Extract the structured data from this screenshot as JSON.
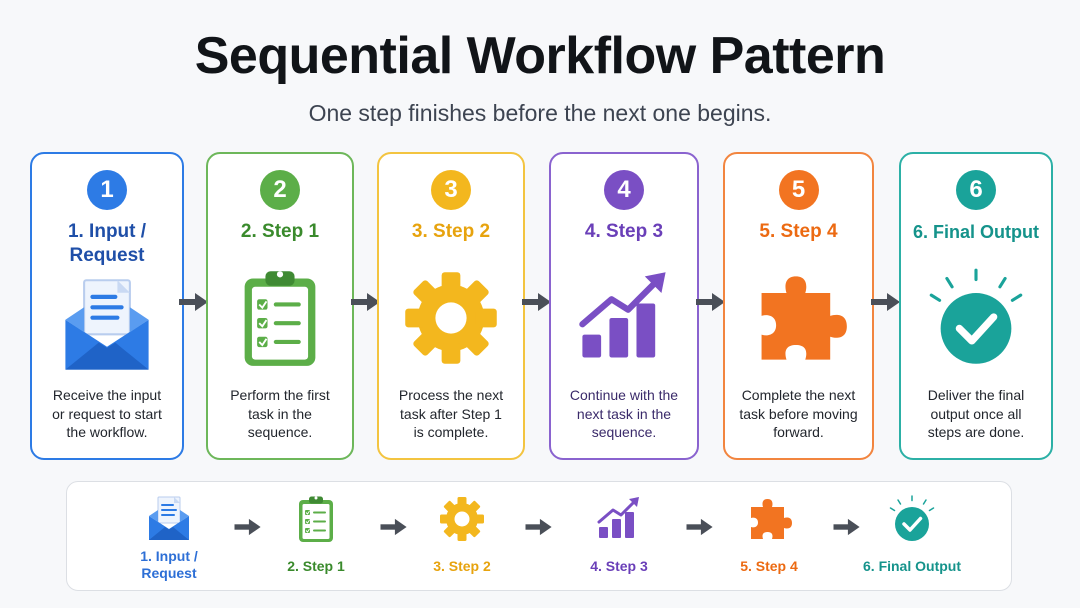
{
  "title": "Sequential Workflow Pattern",
  "subtitle": "One step finishes before the next one begins.",
  "colors": {
    "blue": "#2d7be5",
    "green": "#5cae48",
    "yellow": "#f3b71e",
    "purple": "#7a4fc4",
    "orange": "#f27421",
    "teal": "#1aa39a",
    "arrow": "#4a4f58"
  },
  "steps": [
    {
      "number": "1",
      "title": "1. Input / Request",
      "title_line1": "1. Input /",
      "title_line2": "Request",
      "icon": "envelope-document-icon",
      "desc1": "Receive the input",
      "desc2": "or request to start",
      "desc3": "the workflow."
    },
    {
      "number": "2",
      "title": "2. Step 1",
      "icon": "clipboard-checklist-icon",
      "desc1": "Perform the first",
      "desc2": "task in the",
      "desc3": "sequence."
    },
    {
      "number": "3",
      "title": "3. Step 2",
      "icon": "gear-icon",
      "desc1": "Process the next",
      "desc2": "task after Step 1",
      "desc3": "is complete."
    },
    {
      "number": "4",
      "title": "4. Step 3",
      "icon": "bar-chart-trend-icon",
      "desc1": "Continue with the",
      "desc2": "next task in the",
      "desc3": "sequence."
    },
    {
      "number": "5",
      "title": "5. Step 4",
      "icon": "puzzle-piece-icon",
      "desc1": "Complete the next",
      "desc2": "task before moving",
      "desc3": "forward."
    },
    {
      "number": "6",
      "title": "6. Final Output",
      "icon": "check-circle-icon",
      "desc1": "Deliver the final",
      "desc2": "output once all",
      "desc3": "steps are done."
    }
  ],
  "summary": [
    {
      "label_line1": "1. Input /",
      "label_line2": "Request"
    },
    {
      "label_line1": "2. Step 1",
      "label_line2": ""
    },
    {
      "label_line1": "3. Step 2",
      "label_line2": ""
    },
    {
      "label_line1": "4. Step 3",
      "label_line2": ""
    },
    {
      "label_line1": "5. Step 4",
      "label_line2": ""
    },
    {
      "label_line1": "6. Final Output",
      "label_line2": ""
    }
  ]
}
